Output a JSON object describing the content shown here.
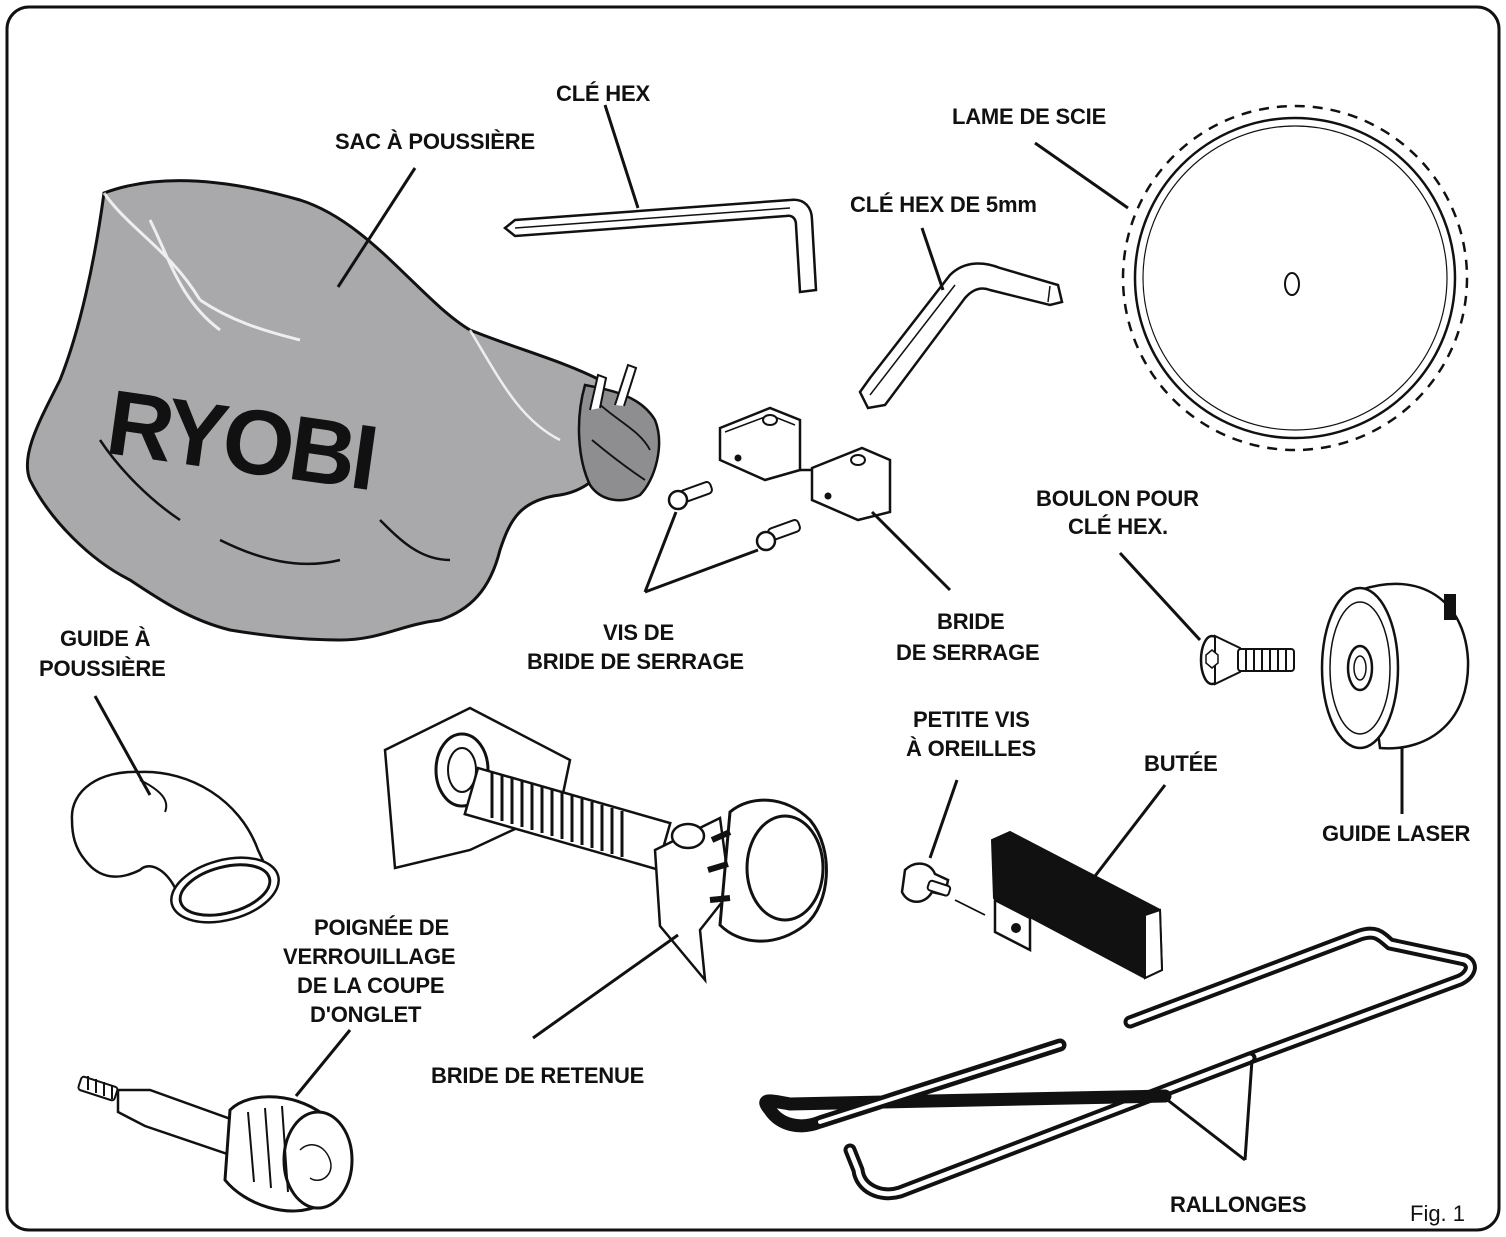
{
  "figure_label": "Fig. 1",
  "brand": "RYOBI",
  "parts": {
    "dust_bag": {
      "label": "SAC À POUSSIÈRE"
    },
    "hex_key": {
      "label": "CLÉ HEX"
    },
    "hex_key_5mm": {
      "label": "CLÉ HEX DE  5mm"
    },
    "saw_blade": {
      "label": "LAME DE SCIE"
    },
    "clamp_screws": {
      "label_lines": [
        "VIS DE",
        "BRIDE DE SERRAGE"
      ]
    },
    "clamp_bracket": {
      "label_lines": [
        "BRIDE",
        "DE SERRAGE"
      ]
    },
    "hex_bolt": {
      "label_lines": [
        "BOULON POUR",
        "CLÉ HEX."
      ]
    },
    "laser_guide": {
      "label": "GUIDE LASER"
    },
    "dust_elbow": {
      "label_lines": [
        "GUIDE À",
        "POUSSIÈRE"
      ]
    },
    "wing_screw": {
      "label_lines": [
        "PETITE VIS",
        "À OREILLES"
      ]
    },
    "stop": {
      "label": "BUTÉE"
    },
    "hold_down_clamp": {
      "label": "BRIDE DE RETENUE"
    },
    "miter_lock_handle": {
      "label_lines": [
        "POIGNÉE DE",
        "VERROUILLAGE",
        "DE LA COUPE",
        "D'ONGLET"
      ]
    },
    "extensions": {
      "label": "RALLONGES"
    }
  },
  "colors": {
    "ink": "#111111",
    "bag_fill": "#a9a9ab",
    "paper": "#ffffff"
  }
}
